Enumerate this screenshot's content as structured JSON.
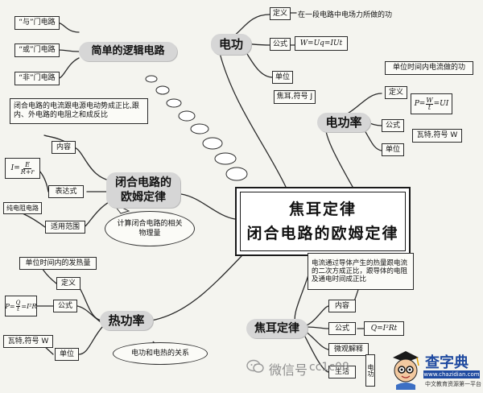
{
  "center": {
    "line1": "焦耳定律",
    "line2": "闭合电路的欧姆定律"
  },
  "logic": {
    "title": "简单的逻辑电路",
    "items": [
      "“与”门电路",
      "“或”门电路",
      "“非”门电路"
    ]
  },
  "electric_work": {
    "title": "电功",
    "definition_label": "定义",
    "definition_text": "在一段电路中电场力所做的功",
    "formula_label": "公式",
    "formula_text": "W=Uq=IUt",
    "unit_label": "单位",
    "unit_text": "焦耳,符号 J"
  },
  "electric_power": {
    "title": "电功率",
    "definition_label": "定义",
    "definition_text": "单位时间内电流做的功",
    "formula_label": "公式",
    "formula_prefix": "P=",
    "formula_num": "W",
    "formula_den": "t",
    "formula_suffix": "=UI",
    "unit_label": "单位",
    "unit_text": "瓦特,符号 W"
  },
  "ohm": {
    "title_line1": "闭合电路的",
    "title_line2": "欧姆定律",
    "content_text": "闭合电路的电流跟电源电动势成正比,跟内、外电路的电阻之和成反比",
    "content_label": "内容",
    "expression_prefix": "I=",
    "expression_num": "E",
    "expression_den": "R+r",
    "expression_label": "表达式",
    "scope_text": "纯电阻电路",
    "scope_label": "适用范围",
    "cloud_text": "计算闭合电路的相关物理量"
  },
  "heat_power": {
    "title": "热功率",
    "definition_text": "单位时间内的发热量",
    "definition_label": "定义",
    "formula_prefix": "P=",
    "formula_num": "Q",
    "formula_den": "t",
    "formula_suffix": "=I²R",
    "formula_label": "公式",
    "unit_text": "瓦特,符号 W",
    "unit_label": "单位",
    "cloud_text": "电功和电热的关系"
  },
  "joule": {
    "title": "焦耳定律",
    "content_text": "电流通过导体产生的热量跟电流的二次方成正比，跟导体的电阻及通电时间成正比",
    "content_label": "内容",
    "formula_label": "公式",
    "formula_text": "Q=I²Rt",
    "micro_label": "微观解释",
    "life_label": "生活",
    "life_partial": "电功"
  },
  "watermark": {
    "text": "微信号",
    "id_text": "cc1c08",
    "brand": "查字典",
    "brand_sub": "www.chazidian.com",
    "brand_tag": "中文教育资源第一平台"
  },
  "colors": {
    "line": "#2a2a2a",
    "hub": "#d6d6d6",
    "brand": "#1f4aa0"
  }
}
